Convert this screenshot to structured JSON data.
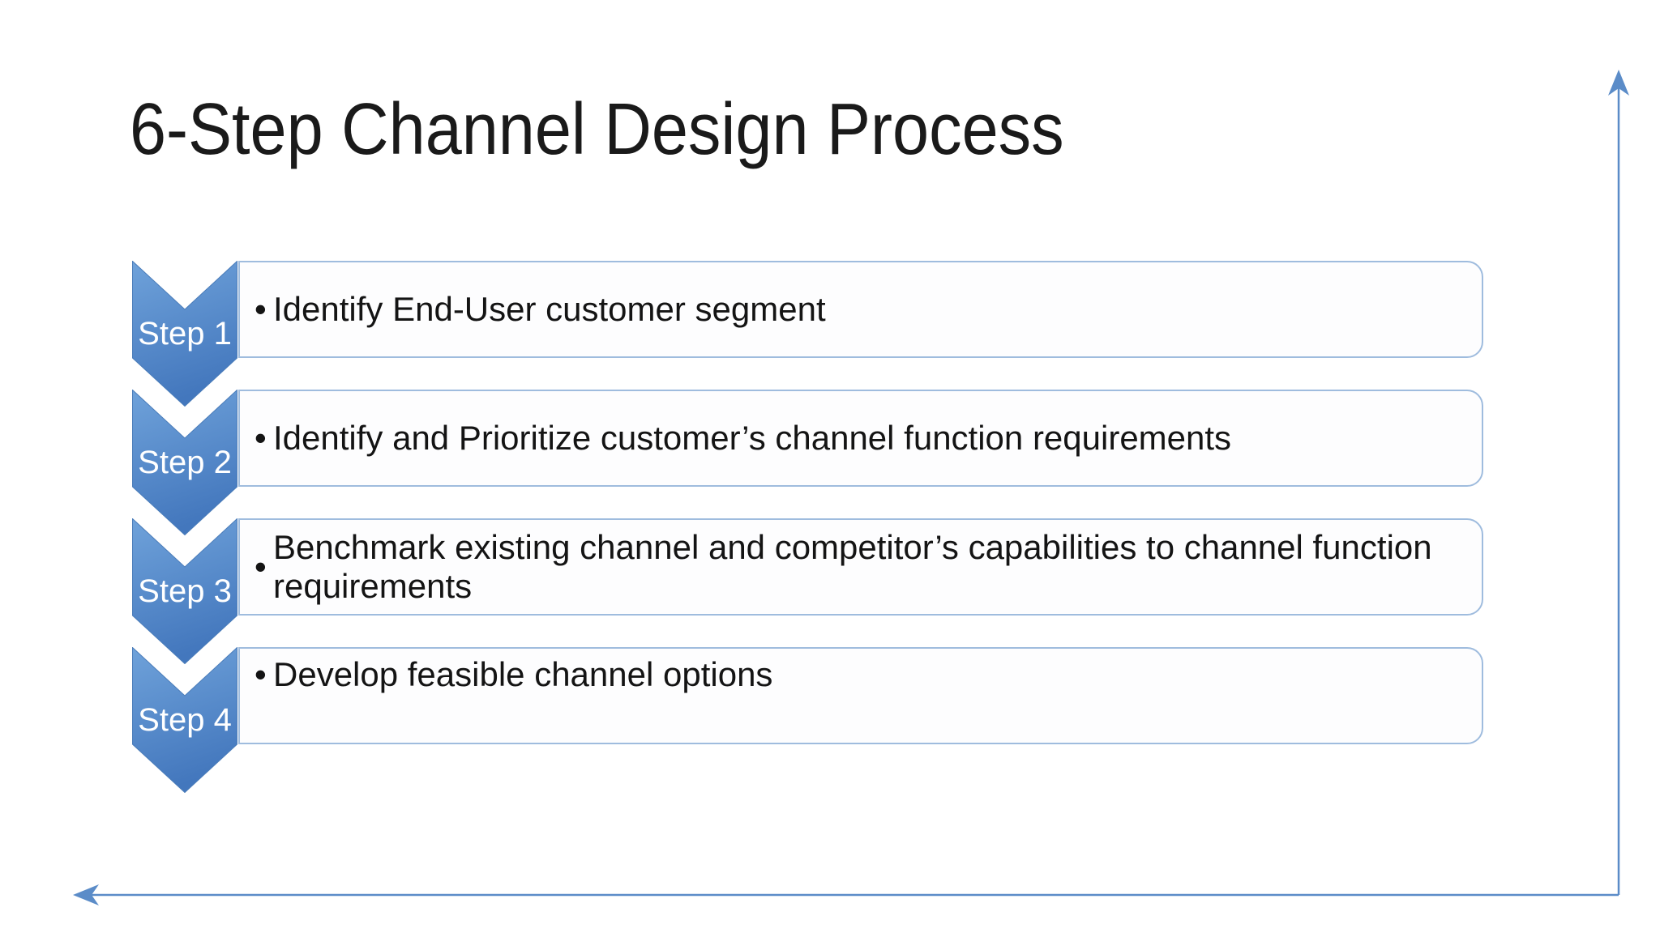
{
  "slide": {
    "title": "6-Step Channel Design Process"
  },
  "process": {
    "bullet_char": "•",
    "steps": [
      {
        "label": "Step 1",
        "text": "Identify End-User customer segment"
      },
      {
        "label": "Step 2",
        "text": "Identify and Prioritize customer’s channel function requirements"
      },
      {
        "label": "Step 3",
        "text": "Benchmark existing channel and competitor’s capabilities to channel function requirements"
      },
      {
        "label": "Step 4",
        "text": "Develop feasible channel options"
      }
    ]
  },
  "axis_arrows": {
    "vertical_direction": "up",
    "horizontal_direction": "left"
  },
  "colors": {
    "slide_background": "#ffffff",
    "title_text": "#1a1a1a",
    "bullet_text": "#141414",
    "step_label_text": "#ffffff",
    "chevron_top": "#6fa2da",
    "chevron_bottom": "#4377bd",
    "chevron_border": "#4a7cb9",
    "box_fill": "#fdfdfe",
    "box_border": "#9fbcde",
    "arrow_line": "#5b8cc8"
  }
}
